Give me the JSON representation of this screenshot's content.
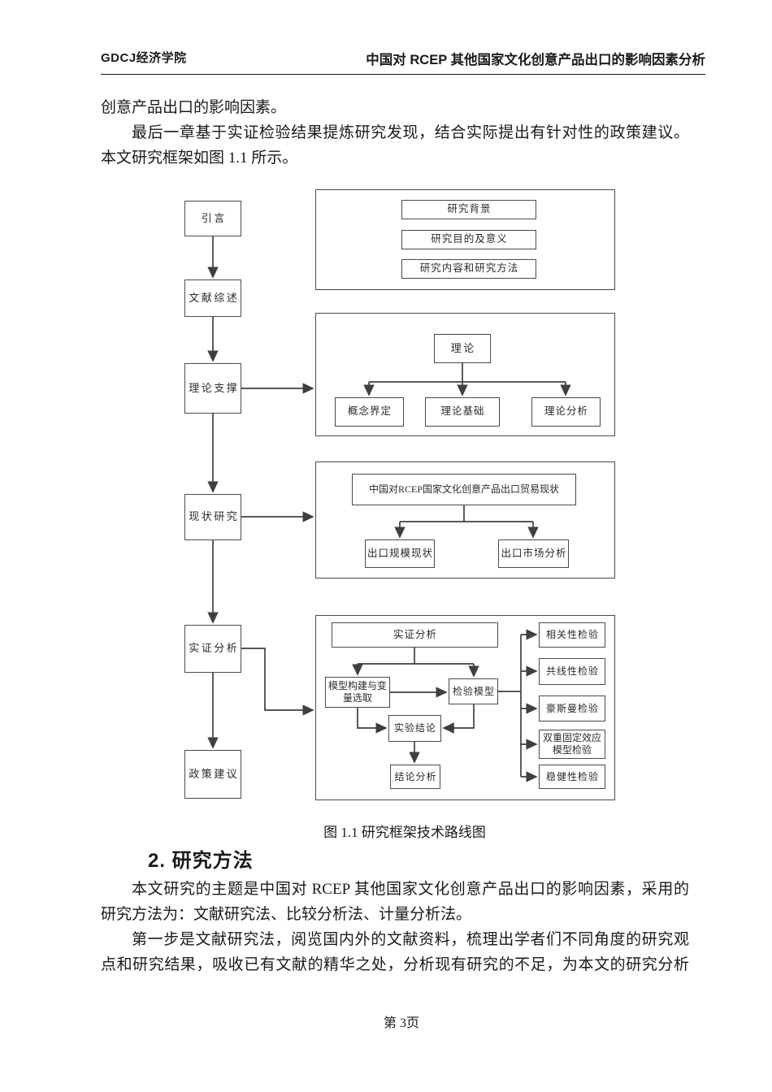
{
  "header": {
    "left": "GDCJ经济学院",
    "right": "中国对 RCEP 其他国家文化创意产品出口的影响因素分析"
  },
  "body": {
    "tail_line": "创意产品出口的影响因素。",
    "p1_line1": "最后一章基于实证检验结果提炼研究发现，结合实际提出有针对性的政策建议。",
    "p1_line2": "本文研究框架如图 1.1 所示。",
    "figure_caption": "图 1.1 研究框架技术路线图",
    "section_heading": "2. 研究方法",
    "p2_line1": "本文研究的主题是中国对 RCEP 其他国家文化创意产品出口的影响因素，采用的",
    "p2_line2": "研究方法为：文献研究法、比较分析法、计量分析法。",
    "p3_line1": "第一步是文献研究法，阅览国内外的文献资料，梳理出学者们不同角度的研究观",
    "p3_line2": "点和研究结果，吸收已有文献的精华之处，分析现有研究的不足，为本文的研究分析"
  },
  "footer": {
    "page_number": "第 3页"
  },
  "flowchart": {
    "left_column": [
      "引言",
      "文献综述",
      "理论支撑",
      "现状研究",
      "实证分析",
      "政策建议"
    ],
    "group1": {
      "items": [
        "研究背景",
        "研究目的及意义",
        "研究内容和研究方法"
      ]
    },
    "group2": {
      "root": "理论",
      "children": [
        "概念界定",
        "理论基础",
        "理论分析"
      ]
    },
    "group3": {
      "root": "中国对RCEP国家文化创意产品出口贸易现状",
      "children": [
        "出口规模现状",
        "出口市场分析"
      ]
    },
    "group4": {
      "root": "实证分析",
      "model_build": "模型构建与变量选取",
      "test_model": "检验模型",
      "exp_result": "实验结论",
      "conclusion": "结论分析",
      "checks": [
        "相关性检验",
        "共线性检验",
        "豪斯曼检验",
        "双重固定效应模型检验",
        "稳健性检验"
      ]
    }
  },
  "colors": {
    "text": "#1a1a1a",
    "box_border": "#4a4a4a",
    "connector": "#3f3f3f",
    "background": "#ffffff"
  }
}
